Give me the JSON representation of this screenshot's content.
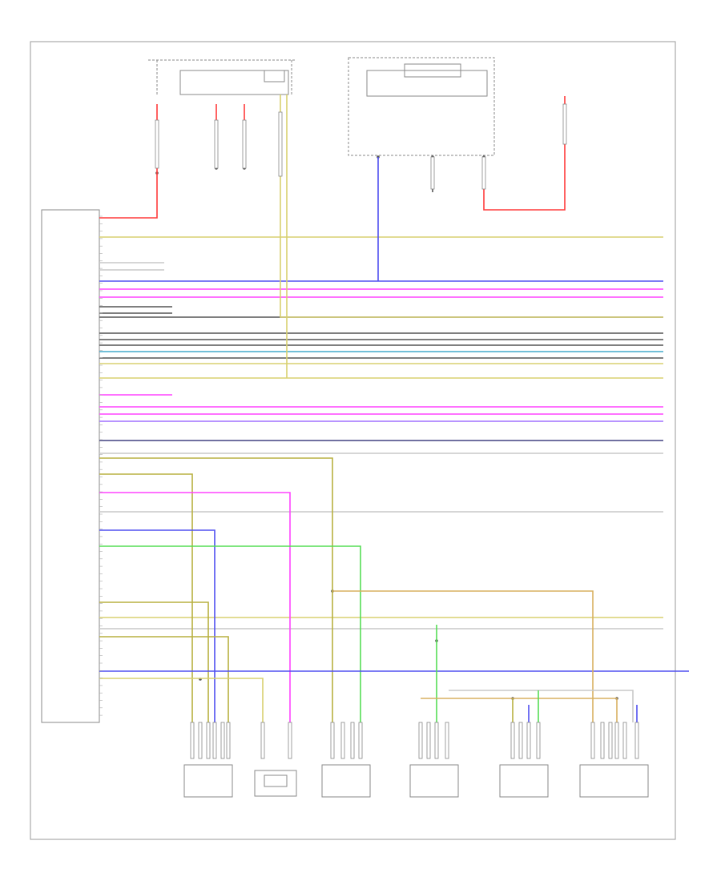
{
  "diagram": {
    "frame_label": "",
    "module_label": "",
    "wire_colors": {
      "red": "#ff3b3b",
      "yellow": "#d8d070",
      "olive": "#b8b040",
      "pink": "#ff44ff",
      "violet": "#a070ff",
      "blue": "#5050f0",
      "green": "#55dd55",
      "gray": "#555555",
      "lightgray": "#c8c8c8",
      "tan": "#d8b060",
      "teal": "#44aacc",
      "navy": "#404080"
    },
    "components": [
      {
        "id": "bottom-comp-1",
        "caption": ""
      },
      {
        "id": "bottom-comp-2",
        "caption": ""
      },
      {
        "id": "bottom-comp-3",
        "caption": ""
      },
      {
        "id": "bottom-comp-4",
        "caption": ""
      },
      {
        "id": "bottom-comp-5",
        "caption": ""
      },
      {
        "id": "bottom-comp-6",
        "caption": ""
      }
    ]
  }
}
